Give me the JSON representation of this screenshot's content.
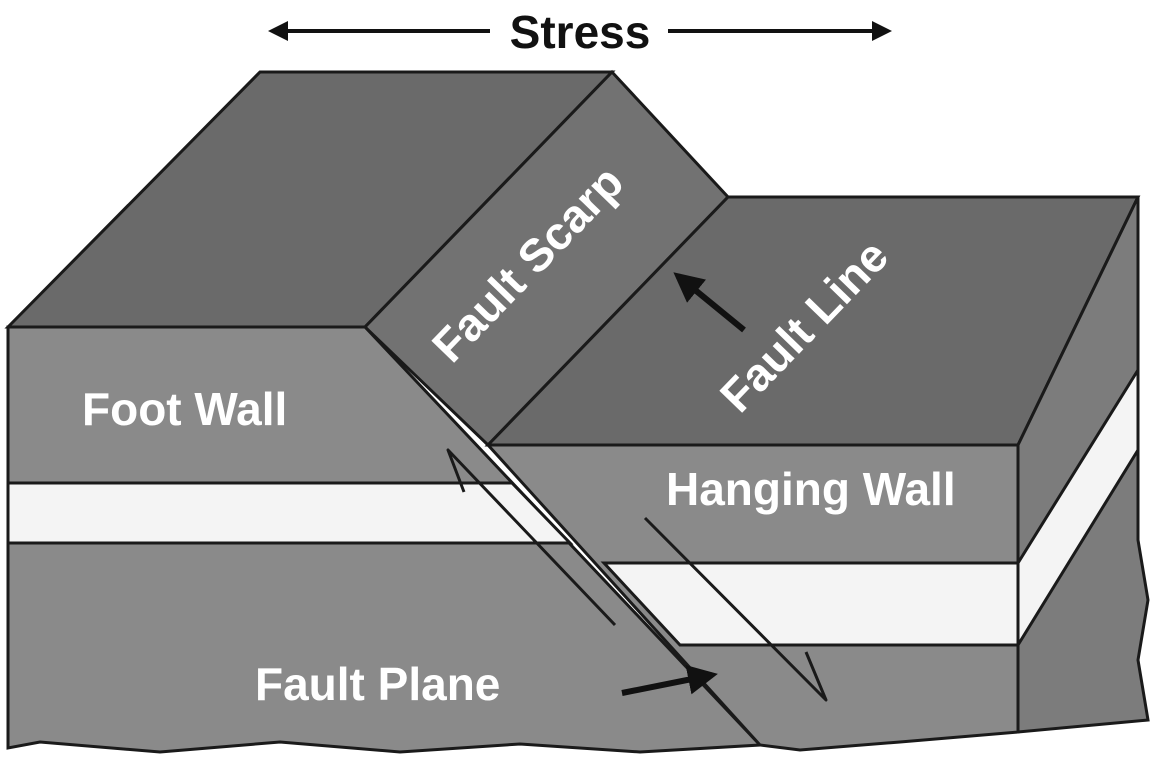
{
  "title": "Stress",
  "labels": {
    "foot_wall": "Foot Wall",
    "hanging_wall": "Hanging Wall",
    "fault_scarp": "Fault Scarp",
    "fault_line": "Fault Line",
    "fault_plane": "Fault Plane"
  },
  "colors": {
    "top_surface": "#6a6a6a",
    "scarp": "#727272",
    "front_face": "#8a8a8a",
    "side_face": "#7c7c7c",
    "light_layer": "#f4f4f4",
    "outline": "#1a1a1a",
    "label_text": "#ffffff"
  }
}
